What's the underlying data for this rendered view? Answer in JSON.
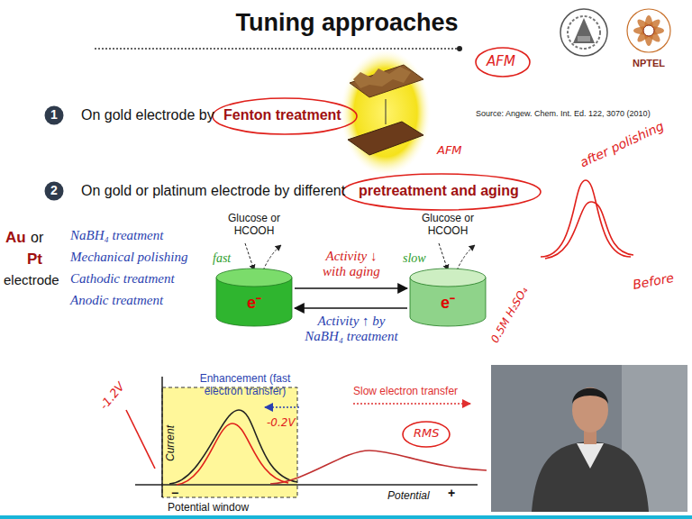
{
  "diagram": {
    "title": "Tuning approaches",
    "nodes": [
      {
        "text": [
          "1"
        ]
      },
      {
        "text": [
          "2"
        ]
      },
      {
        "text": [
          "e⁻"
        ]
      },
      {
        "text": [
          "e⁻"
        ]
      }
    ],
    "edges": [
      {
        "from": 2,
        "to": 3,
        "arrow": "to",
        "label": "Activity ↓ with aging"
      },
      {
        "from": 3,
        "to": 2,
        "arrow": "to",
        "label": "Activity ↑ by NaBH₄ treatment"
      }
    ],
    "labels": [
      "On gold electrode by",
      "Fenton treatment",
      "Source: Angew. Chem. Int. Ed. 122, 3070 (2010)",
      "On gold or platinum electrode by different",
      "pretreatment and aging",
      "Au",
      "or",
      "Pt",
      "electrode",
      "NaBH₄ treatment",
      "Mechanical polishing",
      "Cathodic treatment",
      "Anodic treatment",
      "Glucose or HCOOH",
      "fast",
      "Glucose or HCOOH",
      "slow",
      "Enhancement (fast electron transfer)",
      "Slow electron transfer",
      "Current",
      "Potential",
      "Potential window",
      "−",
      "+",
      "NPTEL",
      "AFM",
      "AFM",
      "after polishing",
      "Before",
      "0.5M H₂SO₄",
      "RMS",
      "-1.2V",
      "-0.2V"
    ]
  }
}
